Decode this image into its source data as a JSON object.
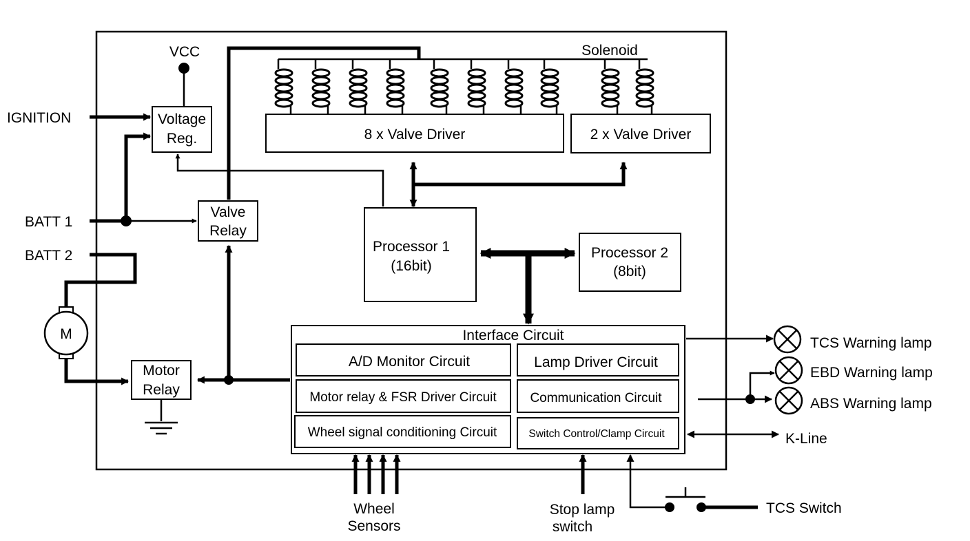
{
  "labels": {
    "vcc": "VCC",
    "solenoid": "Solenoid",
    "ignition": "IGNITION",
    "batt1": "BATT 1",
    "batt2": "BATT 2",
    "motor": "M",
    "voltage_reg_line1": "Voltage",
    "voltage_reg_line2": "Reg.",
    "valve_relay_line1": "Valve",
    "valve_relay_line2": "Relay",
    "motor_relay_line1": "Motor",
    "motor_relay_line2": "Relay",
    "valve_driver_8": "8 x Valve Driver",
    "valve_driver_2": "2 x Valve Driver",
    "processor1_line1": "Processor 1",
    "processor1_line2": "(16bit)",
    "processor2_line1": "Processor 2",
    "processor2_line2": "(8bit)",
    "interface_circuit": "Interface Circuit",
    "ad_monitor": "A/D Monitor Circuit",
    "lamp_driver": "Lamp Driver Circuit",
    "motor_relay_fsr": "Motor relay & FSR Driver Circuit",
    "communication": "Communication Circuit",
    "wheel_signal": "Wheel signal conditioning Circuit",
    "switch_control": "Switch Control/Clamp Circuit",
    "tcs_lamp": "TCS Warning lamp",
    "ebd_lamp": "EBD Warning lamp",
    "abs_lamp": "ABS Warning lamp",
    "k_line": "K-Line",
    "wheel_sensors_line1": "Wheel",
    "wheel_sensors_line2": "Sensors",
    "stop_lamp_line1": "Stop lamp",
    "stop_lamp_line2": "switch",
    "tcs_switch": "TCS Switch"
  }
}
